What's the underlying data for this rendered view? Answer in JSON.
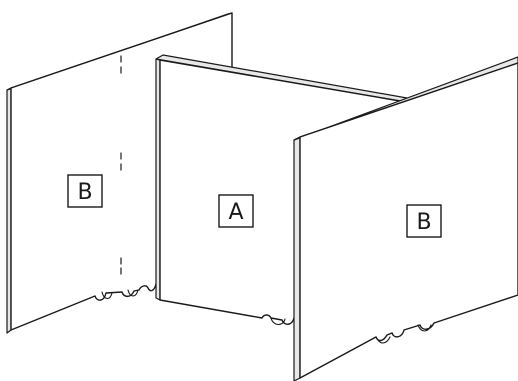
{
  "panels": {
    "left": {
      "label": "B"
    },
    "middle": {
      "label": "A"
    },
    "right": {
      "label": "B"
    }
  }
}
